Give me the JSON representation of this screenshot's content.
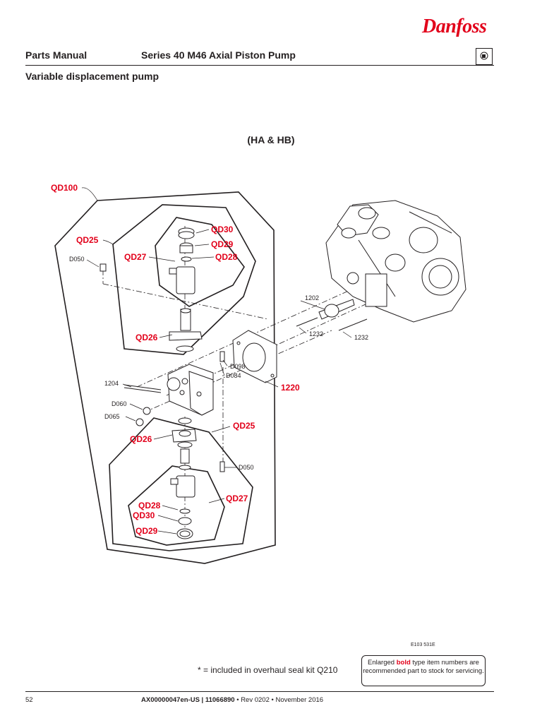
{
  "header": {
    "brand": "Danfoss",
    "manual": "Parts Manual",
    "product": "Series 40 M46 Axial Piston Pump",
    "subtitle": "Variable displacement pump"
  },
  "diagram": {
    "title": "(HA & HB)",
    "labels": {
      "qd100": "QD100",
      "qd25_top": "QD25",
      "qd27_top": "QD27",
      "qd30_top": "QD30",
      "qd29_top": "QD29",
      "qd28_top": "QD28",
      "qd26_top": "QD26",
      "d050_top": "D050",
      "p1202": "1202",
      "p1232a": "1232",
      "p1232b": "1232",
      "d098": "D098",
      "d084": "D084",
      "p1220": "1220",
      "p1204": "1204",
      "d060": "D060",
      "d065": "D065",
      "qd25_bot": "QD25",
      "qd26_bot": "QD26",
      "d050_bot": "D050",
      "qd27_bot": "QD27",
      "qd28_bot": "QD28",
      "qd30_bot": "QD30",
      "qd29_bot": "QD29"
    },
    "drawing_code": "E103 531E"
  },
  "notes": {
    "footnote": "* = included in overhaul seal kit Q210",
    "box_pre": "Enlarged ",
    "box_bold": "bold",
    "box_post": " type item numbers are recommended part to stock for servicing."
  },
  "footer": {
    "page": "52",
    "doc_id": "AX00000047en-US | 11066890",
    "rev": " • Rev 0202 • November 2016"
  },
  "colors": {
    "brand_red": "#e2001a",
    "ink": "#231f20"
  }
}
